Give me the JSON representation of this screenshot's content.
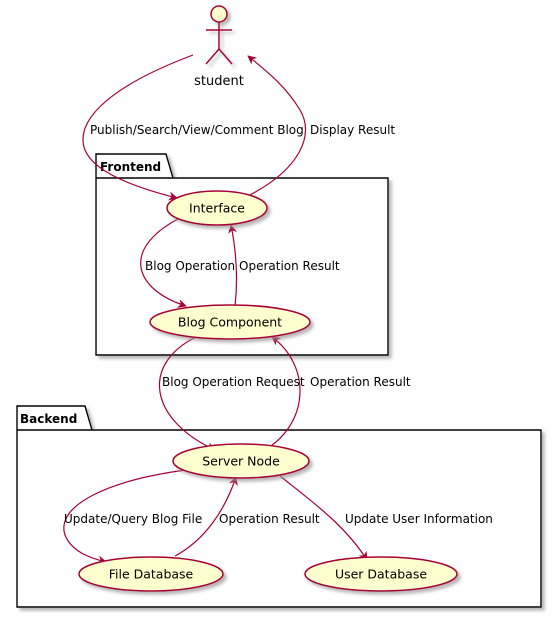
{
  "actor": {
    "name": "student"
  },
  "packages": {
    "frontend": {
      "title": "Frontend"
    },
    "backend": {
      "title": "Backend"
    }
  },
  "usecases": {
    "interface": "Interface",
    "blog_component": "Blog Component",
    "server_node": "Server Node",
    "file_database": "File Database",
    "user_database": "User Database"
  },
  "edges": {
    "student_to_interface": "Publish/Search/View/Comment Blog",
    "interface_to_student": "Display Result",
    "interface_to_blog": "Blog Operation",
    "blog_to_interface": "Operation Result",
    "blog_to_server": "Blog Operation Request",
    "server_to_blog": "Operation Result",
    "server_to_file": "Update/Query Blog File",
    "file_to_server": "Operation Result",
    "server_to_user": "Update User Information"
  },
  "colors": {
    "usecase_fill": "#FEFECE",
    "stroke": "#A80036",
    "package_border": "#000000",
    "shadow": "#C8C8C8"
  }
}
